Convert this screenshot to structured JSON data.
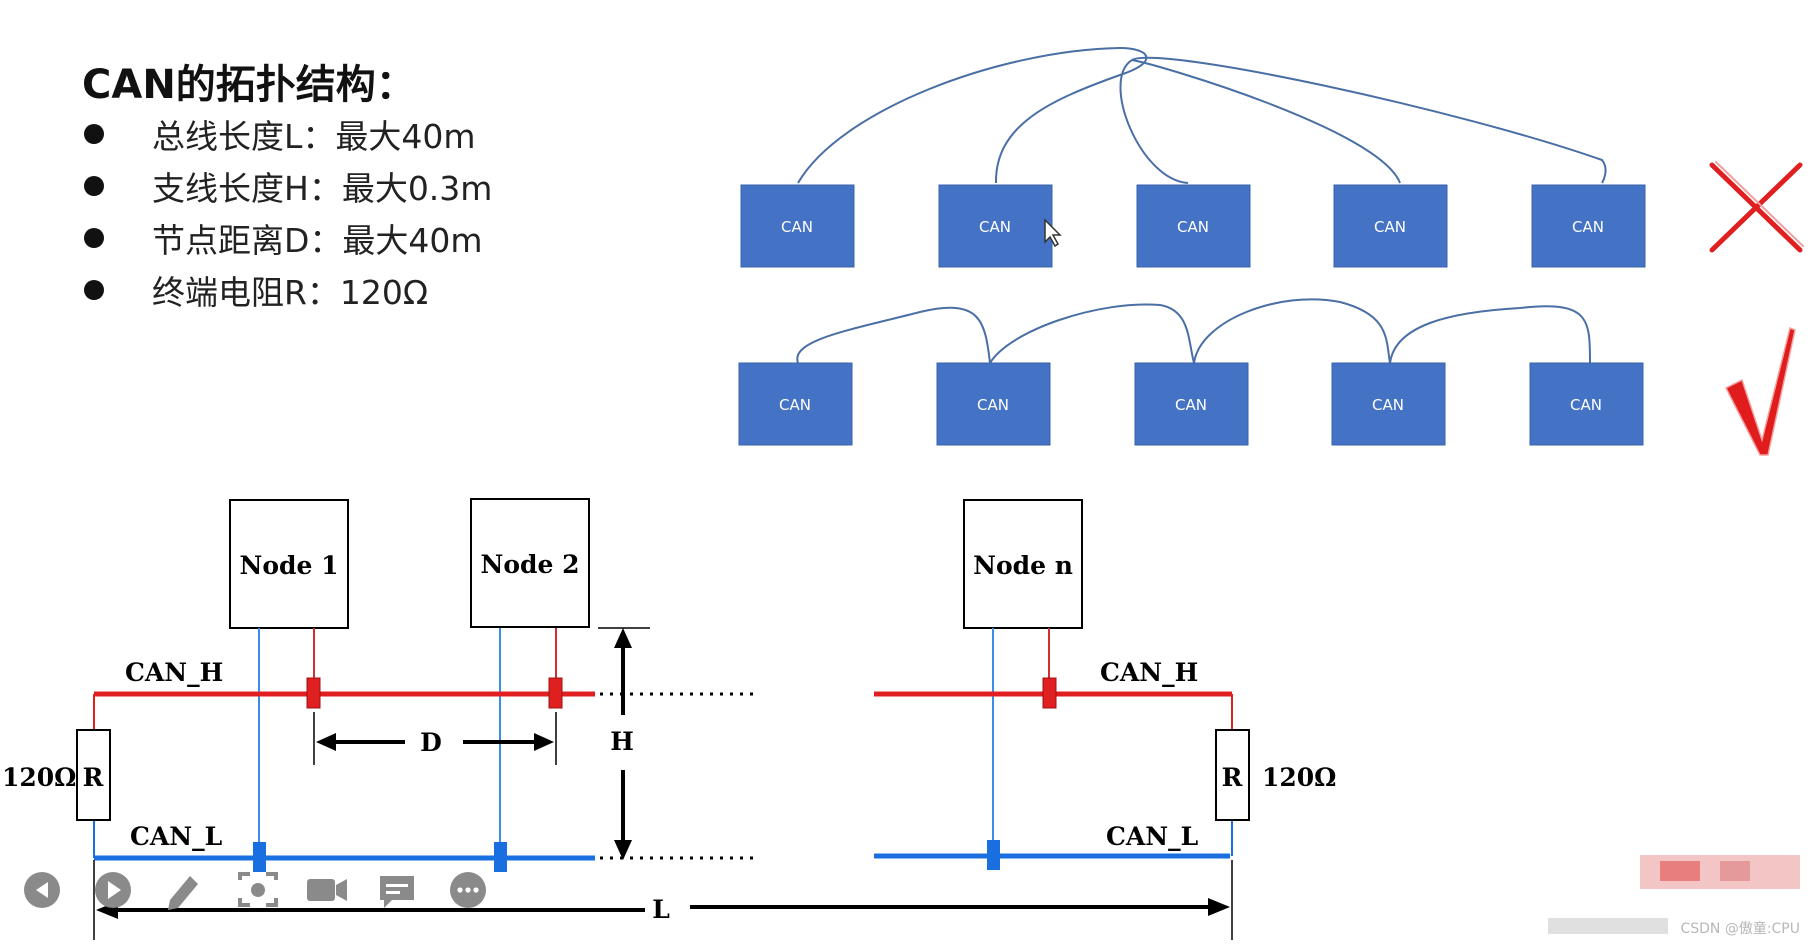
{
  "title": "CAN的拓扑结构：",
  "bullets": [
    "总线长度L：最大40m",
    "支线长度H：最大0.3m",
    "节点距离D：最大40m",
    "终端电阻R：120Ω"
  ],
  "can_label": "CAN",
  "marks": {
    "wrong": "✕",
    "right": "√"
  },
  "nodes": [
    "Node 1",
    "Node 2",
    "Node n"
  ],
  "bus": {
    "can_h": "CAN_H",
    "can_l": "CAN_L",
    "resistor": "R",
    "resistance": "120Ω",
    "dim_d": "D",
    "dim_h": "H",
    "dim_l": "L"
  },
  "colors": {
    "can_box": "#4472c4",
    "can_h": "#e02020",
    "can_l": "#1a6fe0",
    "stub": "#3a8ee6",
    "check": "#e01c1c"
  },
  "toolbar_icons": [
    "prev-icon",
    "play-icon",
    "pen-icon",
    "screenshot-icon",
    "camera-icon",
    "comment-icon",
    "more-icon"
  ],
  "watermark": "CSDN @傲童:CPU"
}
